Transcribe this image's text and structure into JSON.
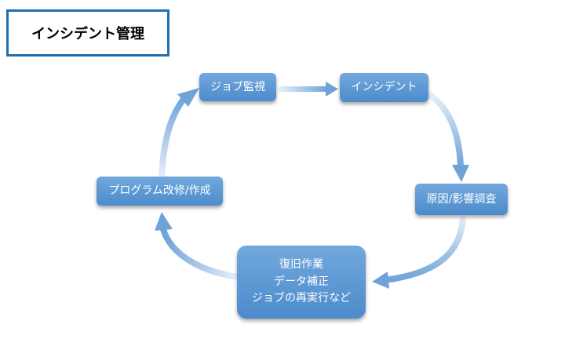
{
  "title": "インシデント管理",
  "nodes": {
    "job_monitoring": "ジョブ監視",
    "incident": "インシデント",
    "root_cause": "原因/影響調査",
    "recovery": [
      "復旧作業",
      "データ補正",
      "ジョブの再実行など"
    ],
    "program_fix": "プログラム改修/作成"
  },
  "colors": {
    "title_border": "#1f6fb0",
    "node_fill": "#5b98d4",
    "arrow": "#6fa3d8"
  }
}
